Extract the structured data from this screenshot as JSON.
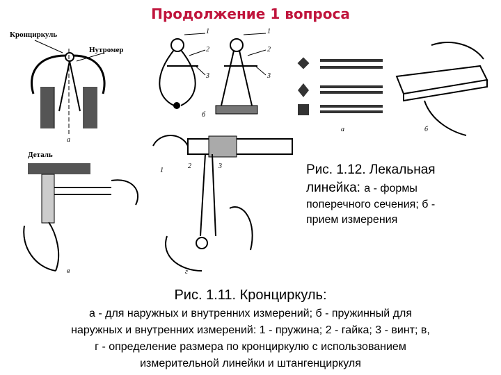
{
  "title": "Продолжение 1 вопроса",
  "fig_a": {
    "label_caliper": "Кронциркуль",
    "label_nutromer": "Нутромер",
    "letter": "а"
  },
  "fig_b": {
    "num1": "1",
    "num2": "2",
    "num3": "3",
    "num1b": "1",
    "num2b": "2",
    "num3b": "3",
    "letter": "б"
  },
  "fig_v": {
    "label_detail": "Деталь",
    "letter": "в"
  },
  "fig_g": {
    "num1": "1",
    "num2": "2",
    "num3": "3",
    "letter": "г"
  },
  "fig_ruler": {
    "letter_a": "а",
    "letter_b": "б"
  },
  "caption_112": {
    "head": "Рис. 1.12. Лекальная",
    "line2a": "линейка: ",
    "line2b": "а - формы",
    "line3": "поперечного сечения; б -",
    "line4": "прием измерения"
  },
  "caption_111": {
    "head": "Рис. 1.11. Кронциркуль:",
    "line1": "а - для наружных и внутренних измерений; б - пружинный для",
    "line2": "наружных и внутренних измерений: 1 - пружина; 2 - гайка; 3 - винт; в,",
    "line3": "г - определение размера по кронциркулю с использованием",
    "line4": "измерительной линейки и штангенциркуля"
  }
}
